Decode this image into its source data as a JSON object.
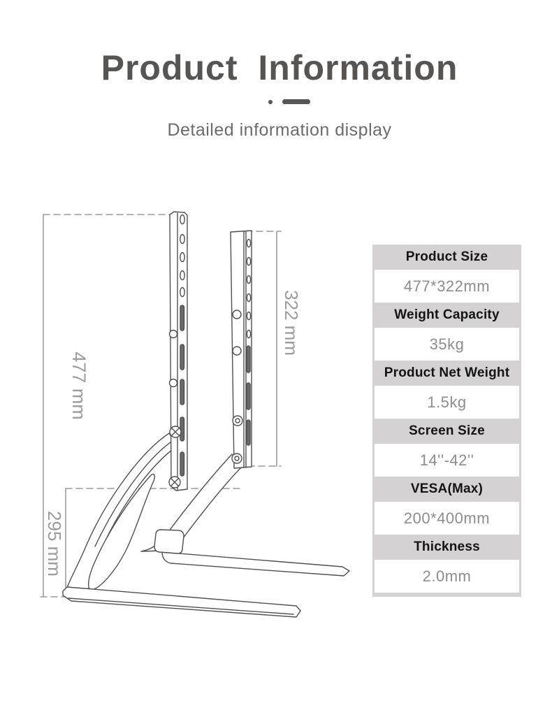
{
  "header": {
    "title": "Product Information",
    "subtitle": "Detailed information display"
  },
  "diagram": {
    "description": "line drawing of universal table-top TV stand legs with mounting brackets",
    "dim_height": "477 mm",
    "dim_base_height": "295 mm",
    "dim_bracket_height": "322 mm"
  },
  "spec_table": {
    "rows": [
      {
        "label": "Product Size",
        "value": "477*322mm"
      },
      {
        "label": "Weight Capacity",
        "value": "35kg"
      },
      {
        "label": "Product Net Weight",
        "value": "1.5kg"
      },
      {
        "label": "Screen Size",
        "value": "14''-42''"
      },
      {
        "label": "VESA(Max)",
        "value": "200*400mm"
      },
      {
        "label": "Thickness",
        "value": "2.0mm"
      }
    ]
  },
  "colors": {
    "title": "#575454",
    "subtitle": "#6d6a6a",
    "table_bg": "#d4d2d2",
    "table_header_text": "#141414",
    "table_value_text": "#8e8c8c",
    "drawing_line": "#4f4f4f",
    "dimension_line": "#9c9c9c"
  }
}
